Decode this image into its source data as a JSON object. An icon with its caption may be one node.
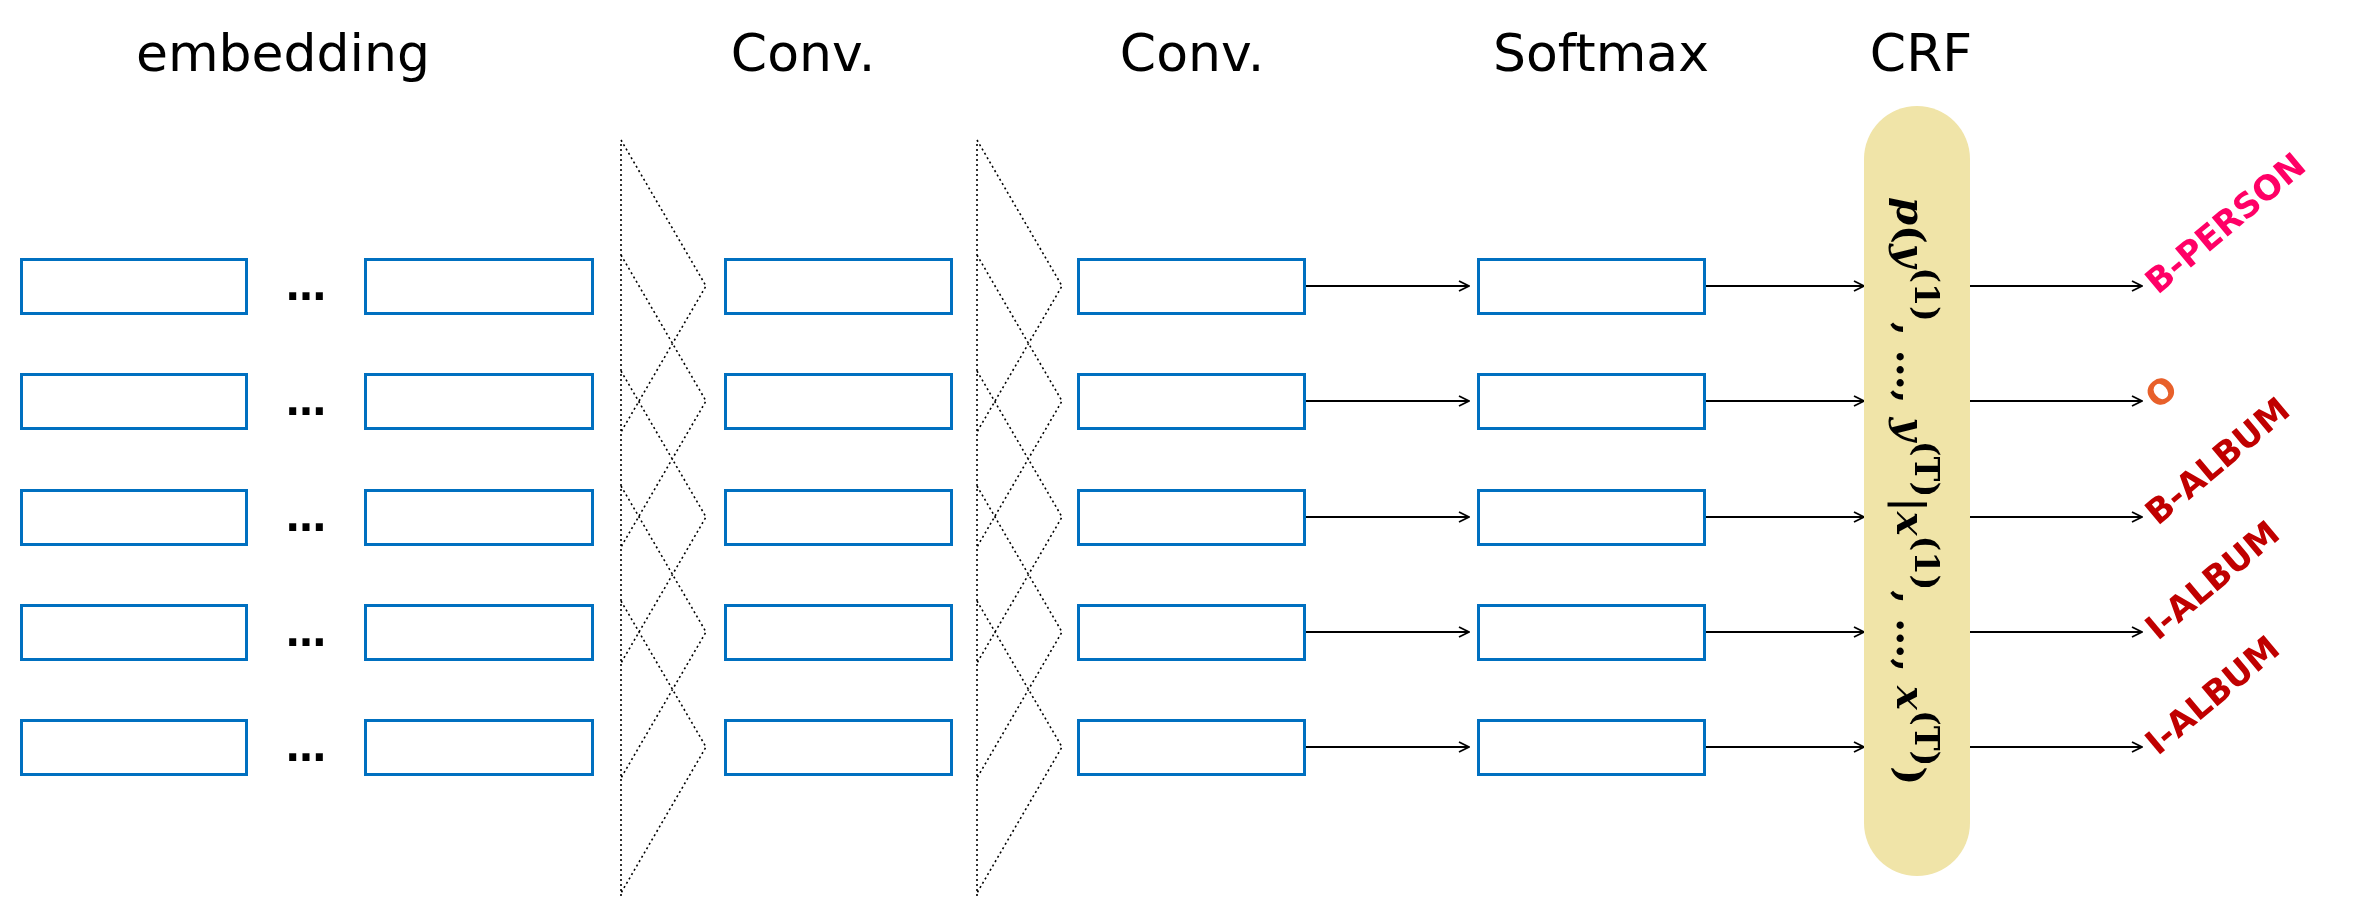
{
  "diagram": {
    "nodes": [
      {
        "text": [],
        "shape": "box"
      },
      {
        "text": [],
        "shape": "box"
      },
      {
        "text": [],
        "shape": "box"
      },
      {
        "text": [],
        "shape": "box"
      },
      {
        "text": [],
        "shape": "box"
      },
      {
        "text": [],
        "shape": "box"
      },
      {
        "text": [],
        "shape": "box"
      },
      {
        "text": [],
        "shape": "box"
      },
      {
        "text": [],
        "shape": "box"
      },
      {
        "text": [],
        "shape": "box"
      },
      {
        "text": [],
        "shape": "box"
      },
      {
        "text": [],
        "shape": "box"
      },
      {
        "text": [],
        "shape": "box"
      },
      {
        "text": [],
        "shape": "box"
      },
      {
        "text": [],
        "shape": "box"
      },
      {
        "text": [],
        "shape": "box"
      },
      {
        "text": [],
        "shape": "box"
      },
      {
        "text": [],
        "shape": "box"
      },
      {
        "text": [],
        "shape": "box"
      },
      {
        "text": [],
        "shape": "box"
      },
      {
        "text": [],
        "shape": "box"
      },
      {
        "text": [],
        "shape": "box"
      },
      {
        "text": [],
        "shape": "box"
      },
      {
        "text": [],
        "shape": "box"
      },
      {
        "text": [],
        "shape": "box"
      },
      {
        "text": [
          "*p*(*y*$^{(1)}$, …, *y*$^{(T)}$|*x*$^{(1)}$, …, *x*$^{(T)}$)"
        ]
      },
      {
        "text": [
          "B-PERSON"
        ]
      },
      {
        "text": [
          "O"
        ]
      },
      {
        "text": [
          "B-ALBUM"
        ]
      },
      {
        "text": [
          "I-ALBUM"
        ]
      },
      {
        "text": [
          "I-ALBUM"
        ]
      }
    ],
    "edges": [
      {
        "from": 15,
        "to": 20,
        "arrow": "to"
      },
      {
        "from": 16,
        "to": 21,
        "arrow": "to"
      },
      {
        "from": 17,
        "to": 22,
        "arrow": "to"
      },
      {
        "from": 18,
        "to": 23,
        "arrow": "to"
      },
      {
        "from": 19,
        "to": 24,
        "arrow": "to"
      },
      {
        "from": 20,
        "to": 25,
        "arrow": "to"
      },
      {
        "from": 21,
        "to": 25,
        "arrow": "to"
      },
      {
        "from": 22,
        "to": 25,
        "arrow": "to"
      },
      {
        "from": 23,
        "to": 25,
        "arrow": "to"
      },
      {
        "from": 24,
        "to": 25,
        "arrow": "to"
      },
      {
        "from": 25,
        "to": 26,
        "arrow": "to"
      },
      {
        "from": 25,
        "to": 27,
        "arrow": "to"
      },
      {
        "from": 25,
        "to": 28,
        "arrow": "to"
      },
      {
        "from": 25,
        "to": 29,
        "arrow": "to"
      },
      {
        "from": 25,
        "to": 30,
        "arrow": "to"
      }
    ],
    "labels": [
      "embedding",
      "Conv.",
      "Conv.",
      "Softmax",
      "CRF",
      "…",
      "…",
      "…",
      "…",
      "…"
    ]
  }
}
